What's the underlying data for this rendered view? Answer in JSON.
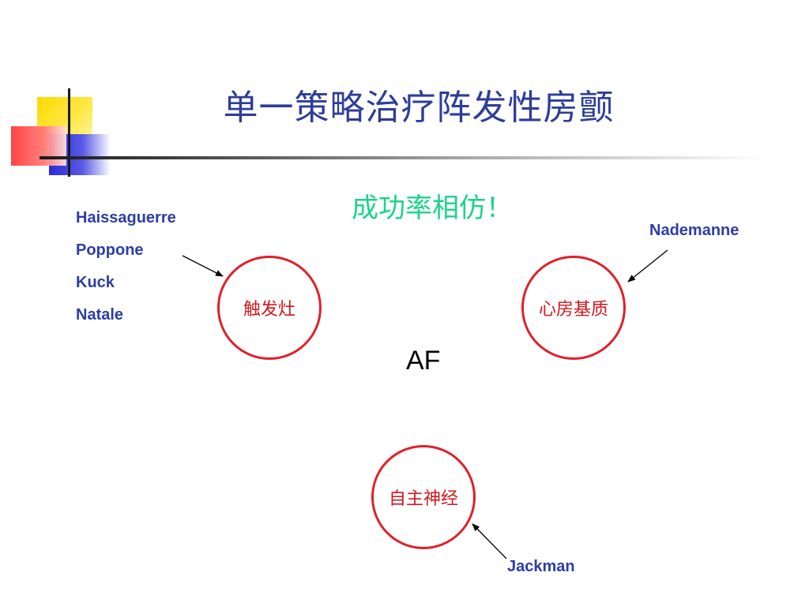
{
  "title": "单一策略治疗阵发性房颤",
  "subtitle": "成功率相仿！",
  "authors_left": [
    "Haissaguerre",
    "Poppone",
    "Kuck",
    "Natale"
  ],
  "author_right": "Nademanne",
  "author_bottom": "Jackman",
  "center_label": "AF",
  "nodes": {
    "trigger": "触发灶",
    "substrate": "心房基质",
    "autonomic": "自主神经"
  },
  "colors": {
    "title": "#2d3d9a",
    "subtitle": "#1bd38a",
    "author": "#2d3da6",
    "circle": "#e0202a"
  }
}
